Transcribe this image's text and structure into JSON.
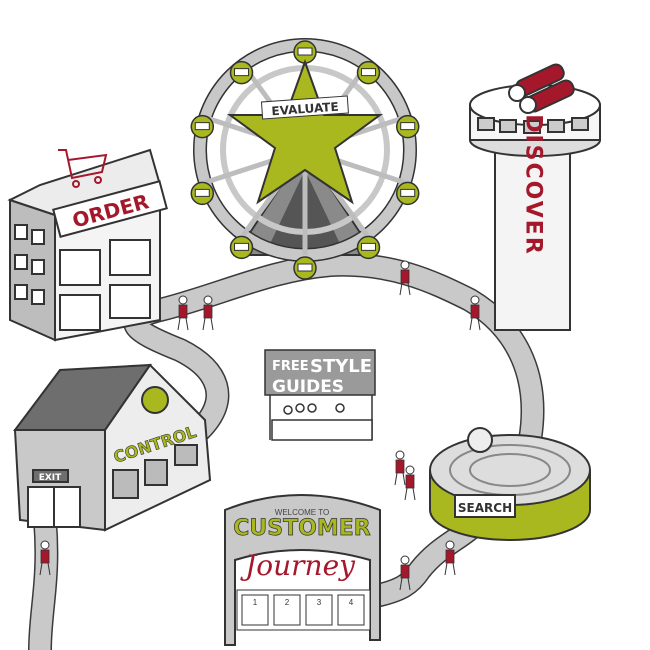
{
  "colors": {
    "accent_green": "#a9b81e",
    "accent_red": "#a5182c",
    "road_grey": "#c9c9c9",
    "building_grey": "#bdbdbd",
    "roof_grey": "#6e6e6e",
    "outline": "#3a3a3a"
  },
  "ferris_wheel": {
    "label": "EVALUATE"
  },
  "order_building": {
    "label": "ORDER",
    "icon": "shopping-cart-icon"
  },
  "discover_tower": {
    "label": "DISCOVER"
  },
  "booth": {
    "line1_a": "FREE",
    "line1_b": "STYLE",
    "line2": "GUIDES"
  },
  "control_house": {
    "label": "CONTROL",
    "exit_sign": "EXIT",
    "icons": [
      "info-icon",
      "restroom-icon",
      "first-aid-icon",
      "ticket-icon"
    ]
  },
  "maze": {
    "label": "SEARCH",
    "icon": "magnifier-icon"
  },
  "gate": {
    "welcome": "WELCOME TO",
    "title": "CUSTOMER",
    "script": "Journey",
    "booths": [
      "1",
      "2",
      "3",
      "4"
    ]
  }
}
